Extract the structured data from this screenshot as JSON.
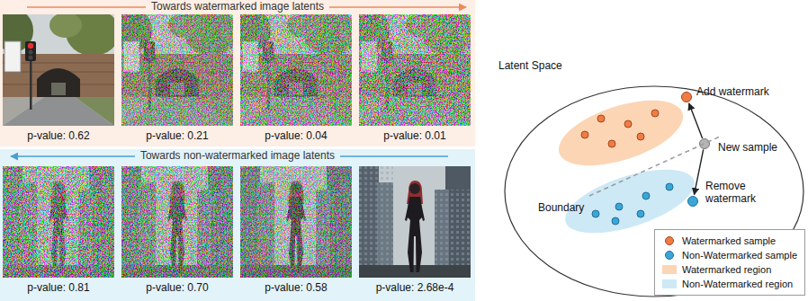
{
  "diagram": {
    "nodes": [
      {
        "text": [
          "Towards watermarked image latents"
        ]
      },
      {
        "text": [
          "p-value: 0.62"
        ],
        "in": 0
      },
      {
        "text": [
          "p-value: 0.21"
        ],
        "in": 0
      },
      {
        "text": [
          "p-value: 0.04"
        ],
        "in": 0
      },
      {
        "text": [
          "p-value: 0.01"
        ],
        "in": 0
      },
      {
        "text": [
          "Towards non-watermarked image latents"
        ]
      },
      {
        "text": [
          "p-value: 0.81"
        ],
        "in": 5
      },
      {
        "text": [
          "p-value: 0.70"
        ],
        "in": 5
      },
      {
        "text": [
          "p-value: 0.58"
        ],
        "in": 5
      },
      {
        "text": [
          "p-value: 2.68e-4"
        ],
        "in": 5
      },
      {
        "text": [
          "Latent Space"
        ]
      },
      {
        "text": [
          "Add watermark"
        ],
        "in": 10
      },
      {
        "text": [
          "New sample"
        ],
        "in": 10
      },
      {
        "text": [
          "Remove watermark"
        ],
        "in": 10
      }
    ],
    "edges": [
      {
        "from": 12,
        "to": 11,
        "arrow": "to"
      },
      {
        "from": 12,
        "to": 13,
        "arrow": "to"
      }
    ],
    "labels": [
      "Boundary"
    ],
    "legend": [
      {
        "text": "Watermarked sample"
      },
      {
        "text": "Non-Watermarked sample"
      },
      {
        "text": "Watermarked region",
        "color": "#fcd5b5"
      },
      {
        "text": "Non-Watermarked region",
        "color": "#cde9f6"
      }
    ]
  }
}
